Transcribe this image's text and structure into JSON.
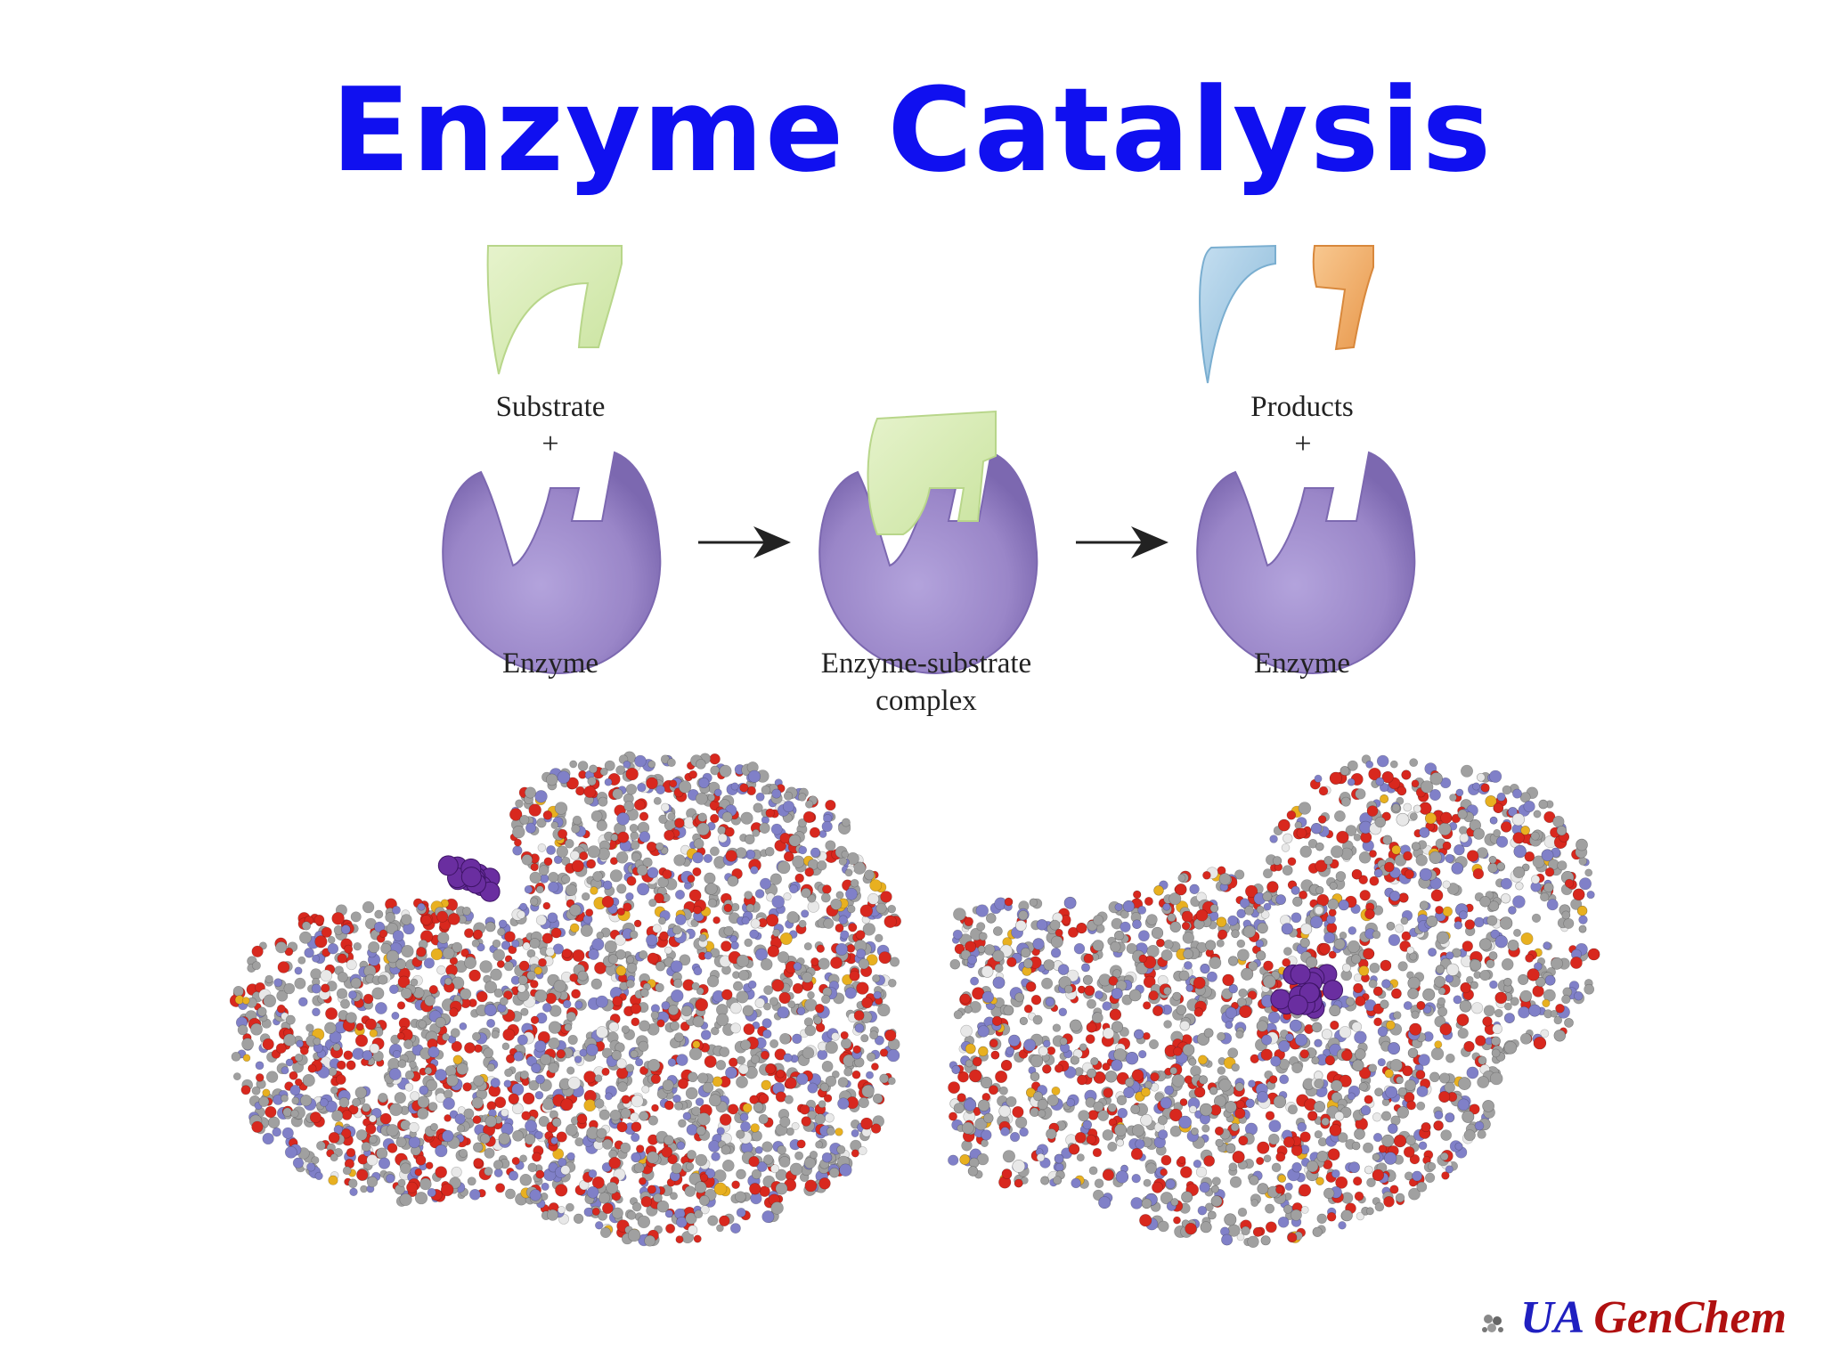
{
  "title": "Enzyme Catalysis",
  "diagram": {
    "substrate_label": "Substrate",
    "plus_left": "+",
    "enzyme_left": "Enzyme",
    "complex_line1": "Enzyme-substrate",
    "complex_line2": "complex",
    "products_label": "Products",
    "plus_right": "+",
    "enzyme_right": "Enzyme"
  },
  "footer": {
    "ua": "UA",
    "genchem": "GenChem"
  },
  "colors": {
    "title": "#1010f0",
    "enzyme": "#9a86c8",
    "substrate": "#d8ecb4",
    "product_blue": "#9fc9e2",
    "product_orange": "#f2b06a",
    "atom_red": "#d8281e",
    "atom_gray": "#a0a0a0",
    "atom_blue": "#8080c8",
    "atom_yellow": "#e8b020",
    "substrate_ball": "#6a2ea0"
  }
}
